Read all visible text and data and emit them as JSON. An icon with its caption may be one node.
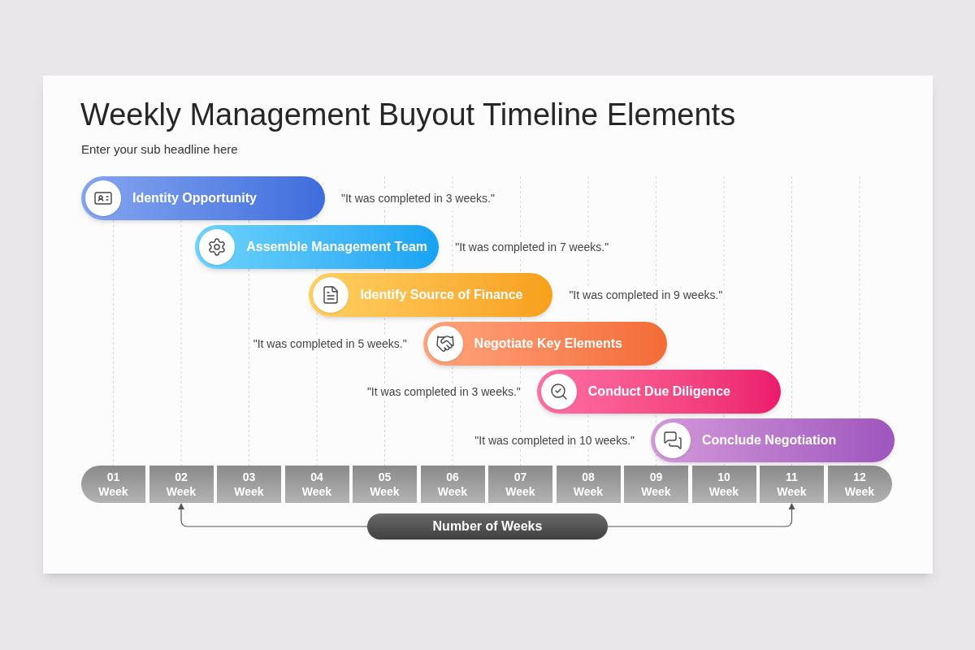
{
  "diagram": {
    "title": "Weekly Management Buyout Timeline Elements",
    "nodes": [
      {
        "text": [
          "Identity Opportunity"
        ],
        "beside": [
          "\"It was completed in 3 weeks.\""
        ]
      },
      {
        "text": [
          "Assemble Management Team"
        ],
        "beside": [
          "\"It was completed in 7 weeks.\""
        ]
      },
      {
        "text": [
          "Identify Source of Finance"
        ],
        "beside": [
          "\"It was completed in 9 weeks.\""
        ]
      },
      {
        "text": [
          "Negotiate Key Elements"
        ],
        "beside": [
          "\"It was completed in 5 weeks.\""
        ]
      },
      {
        "text": [
          "Conduct Due Diligence"
        ],
        "beside": [
          "\"It was completed in 3 weeks.\""
        ]
      },
      {
        "text": [
          "Conclude Negotiation"
        ],
        "beside": [
          "\"It was completed in 10 weeks.\""
        ]
      },
      {
        "text": [
          "01",
          "Week"
        ]
      },
      {
        "text": [
          "02",
          "Week"
        ]
      },
      {
        "text": [
          "03",
          "Week"
        ]
      },
      {
        "text": [
          "04",
          "Week"
        ]
      },
      {
        "text": [
          "05",
          "Week"
        ]
      },
      {
        "text": [
          "06",
          "Week"
        ]
      },
      {
        "text": [
          "07",
          "Week"
        ]
      },
      {
        "text": [
          "08",
          "Week"
        ]
      },
      {
        "text": [
          "09",
          "Week"
        ]
      },
      {
        "text": [
          "10",
          "Week"
        ]
      },
      {
        "text": [
          "11",
          "Week"
        ]
      },
      {
        "text": [
          "12",
          "Week"
        ]
      },
      {
        "text": [
          "Number of Weeks"
        ]
      }
    ],
    "edges": [
      {
        "from": 18,
        "to": 7,
        "arrow": "to"
      },
      {
        "from": 18,
        "to": 16,
        "arrow": "to"
      }
    ],
    "labels": [
      "Enter your sub headline here"
    ]
  }
}
